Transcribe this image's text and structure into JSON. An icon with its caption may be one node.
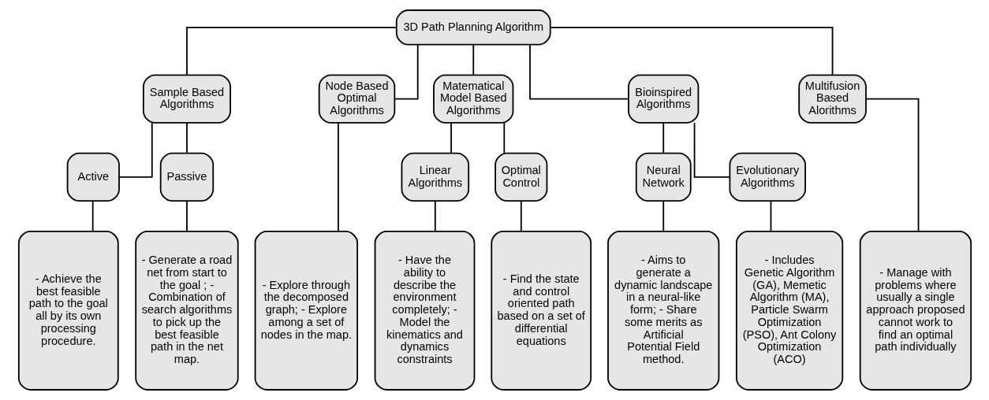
{
  "diagram": {
    "nodes": [
      {
        "text": [
          "3D Path Planning Algorithm"
        ]
      },
      {
        "text": [
          "Sample Based Algorithms"
        ]
      },
      {
        "text": [
          "Node Based Optimal Algorithms"
        ]
      },
      {
        "text": [
          "Matematical Model Based Algorithms"
        ]
      },
      {
        "text": [
          "Bioinspired Algorithms"
        ]
      },
      {
        "text": [
          "Multifusion Based Alorithms"
        ]
      },
      {
        "text": [
          "Active"
        ]
      },
      {
        "text": [
          "Passive"
        ]
      },
      {
        "text": [
          "Linear Algorithms"
        ]
      },
      {
        "text": [
          "Optimal Control"
        ]
      },
      {
        "text": [
          "Neural Network"
        ]
      },
      {
        "text": [
          "Evolutionary Algorithms"
        ]
      },
      {
        "text": [
          "- Achieve the best feasible path to the goal all by its own processing procedure."
        ]
      },
      {
        "text": [
          "- Generate a road net from start to the goal ; - Combination of search algorithms to pick up the best feasible path in the net map."
        ]
      },
      {
        "text": [
          "- Explore through the decomposed graph; - Explore among a set of nodes in the map."
        ]
      },
      {
        "text": [
          "- Have the ability to describe the environment completely; - Model the kinematics and dynamics constraints"
        ]
      },
      {
        "text": [
          "- Find the state and control oriented path based on a set of differential equations"
        ]
      },
      {
        "text": [
          "- Aims to generate a dynamic landscape in a neural-like form; - Share some merits as Artificial Potential Field method."
        ]
      },
      {
        "text": [
          "- Includes Genetic Algorithm (GA), Memetic Algorithm (MA), Particle Swarm Optimization (PSO), Ant Colony Optimization (ACO)"
        ]
      },
      {
        "text": [
          "- Manage with problems where usually a single approach proposed cannot work to find an optimal path individually"
        ]
      }
    ],
    "edges": [
      {
        "from": 0,
        "to": 1,
        "arrow": "none"
      },
      {
        "from": 0,
        "to": 2,
        "arrow": "none"
      },
      {
        "from": 0,
        "to": 3,
        "arrow": "none"
      },
      {
        "from": 0,
        "to": 4,
        "arrow": "none"
      },
      {
        "from": 0,
        "to": 5,
        "arrow": "none"
      },
      {
        "from": 1,
        "to": 6,
        "arrow": "none"
      },
      {
        "from": 1,
        "to": 7,
        "arrow": "none"
      },
      {
        "from": 3,
        "to": 8,
        "arrow": "none"
      },
      {
        "from": 3,
        "to": 9,
        "arrow": "none"
      },
      {
        "from": 4,
        "to": 10,
        "arrow": "none"
      },
      {
        "from": 4,
        "to": 11,
        "arrow": "none"
      },
      {
        "from": 6,
        "to": 12,
        "arrow": "none"
      },
      {
        "from": 7,
        "to": 13,
        "arrow": "none"
      },
      {
        "from": 2,
        "to": 14,
        "arrow": "none"
      },
      {
        "from": 8,
        "to": 15,
        "arrow": "none"
      },
      {
        "from": 9,
        "to": 16,
        "arrow": "none"
      },
      {
        "from": 10,
        "to": 17,
        "arrow": "none"
      },
      {
        "from": 11,
        "to": 18,
        "arrow": "none"
      },
      {
        "from": 5,
        "to": 19,
        "arrow": "none"
      }
    ]
  }
}
